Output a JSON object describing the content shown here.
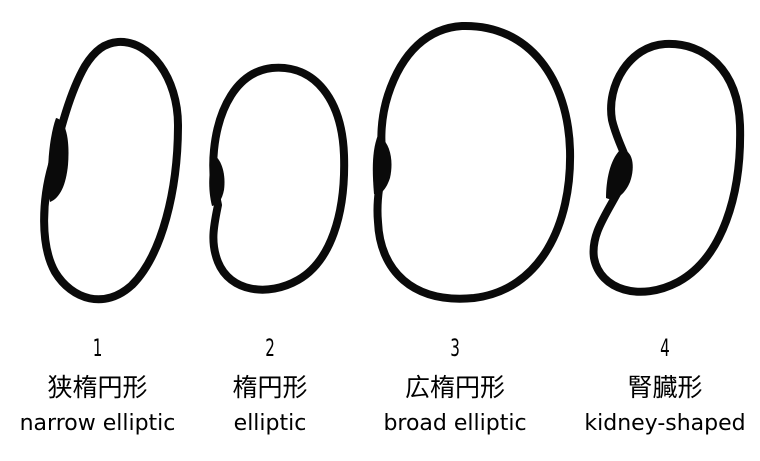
{
  "shapes": [
    {
      "number": "1",
      "name_ja": "狭楕円形",
      "name_en": "narrow elliptic"
    },
    {
      "number": "2",
      "name_ja": "楕円形",
      "name_en": "elliptic"
    },
    {
      "number": "3",
      "name_ja": "広楕円形",
      "name_en": "broad elliptic"
    },
    {
      "number": "4",
      "name_ja": "腎臓形",
      "name_en": "kidney-shaped"
    }
  ],
  "colors": {
    "outline": "#0a0a0a",
    "background": "#ffffff"
  }
}
